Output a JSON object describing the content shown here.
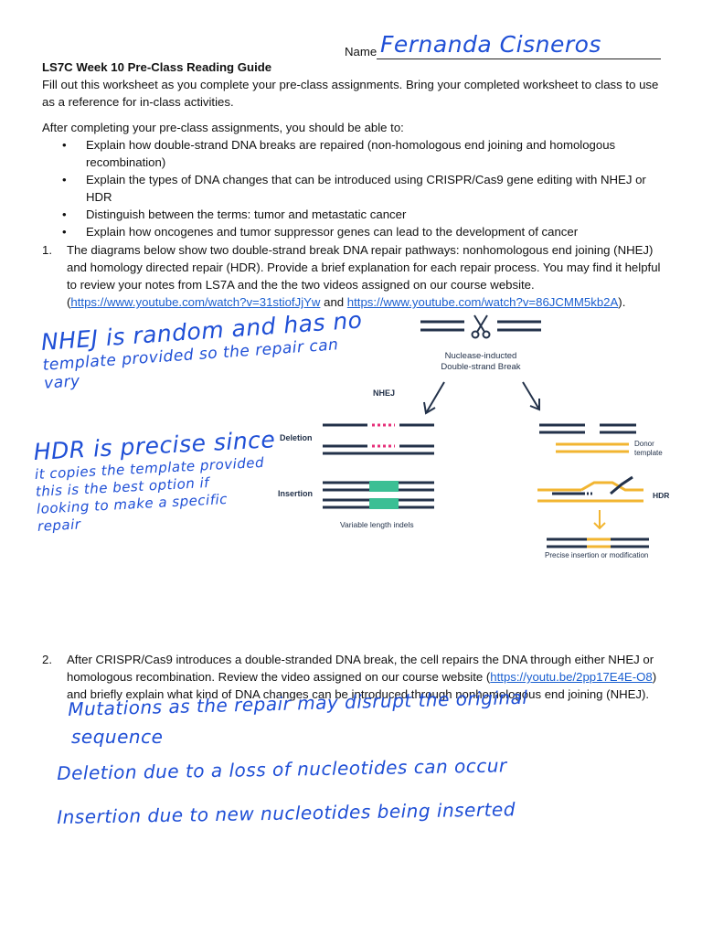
{
  "header": {
    "name_label": "Name",
    "student_name": "Fernanda Cisneros",
    "title": "LS7C Week 10 Pre-Class Reading Guide",
    "intro": "Fill out this worksheet as you complete your pre-class assignments. Bring your completed worksheet to class to use as a reference for in-class activities."
  },
  "objectives": {
    "lead": "After completing your pre-class assignments, you should be able to:",
    "bullet_glyph": "•",
    "items": [
      "Explain how double-strand DNA breaks are repaired (non-homologous end joining and homologous recombination)",
      "Explain the types of DNA changes that can be introduced using CRISPR/Cas9 gene editing with NHEJ or HDR",
      "Distinguish between the terms: tumor and metastatic cancer",
      "Explain how oncogenes and tumor suppressor genes can lead to the development of cancer"
    ]
  },
  "q1": {
    "number": "1.",
    "text": "The diagrams below show two double-strand break DNA repair pathways: nonhomologous end joining (NHEJ) and homology directed repair (HDR). Provide a brief explanation for each repair process. You may find it helpful to review your notes from LS7A and the the two videos assigned on our course website.",
    "paren_open": "(",
    "link1": "https://www.youtube.com/watch?v=31stiofJjYw",
    "and": " and ",
    "link2": "https://www.youtube.com/watch?v=86JCMM5kb2A",
    "paren_close": ").",
    "answer_nhej": [
      "NHEJ is random and has no",
      "template provided so the repair can",
      "vary"
    ],
    "answer_hdr_title": "HDR is precise since",
    "answer_hdr": [
      "it copies the template provided",
      "this is the best option if",
      "looking to make a specific",
      "repair"
    ]
  },
  "diagram": {
    "break_label": [
      "Nuclease-inducted",
      "Double-strand Break"
    ],
    "nhej_label": "NHEJ",
    "deletion_label": "Deletion",
    "insertion_label": "Insertion",
    "indels_label": "Variable length indels",
    "donor_label": [
      "Donor",
      "template"
    ],
    "hdr_label": "HDR",
    "precise_label": "Precise insertion or modification",
    "colors": {
      "dna": "#23324a",
      "insert": "#3bbf94",
      "deletion": "#e6307a",
      "donor": "#f2b531"
    }
  },
  "q2": {
    "number": "2.",
    "text_a": "After CRISPR/Cas9 introduces a double-stranded DNA break, the cell repairs the DNA through either NHEJ or homologous recombination. Review the video assigned on our course website (",
    "link": "https://youtu.be/2pp17E4E-O8",
    "text_b": ") and briefly explain what kind of DNA changes can be introduced through nonhomologous end joining (NHEJ).",
    "answers": [
      "Mutations as the repair may disrupt the original",
      "sequence",
      "Deletion due to a loss of nucleotides can occur",
      "Insertion due to new nucleotides being inserted"
    ]
  }
}
